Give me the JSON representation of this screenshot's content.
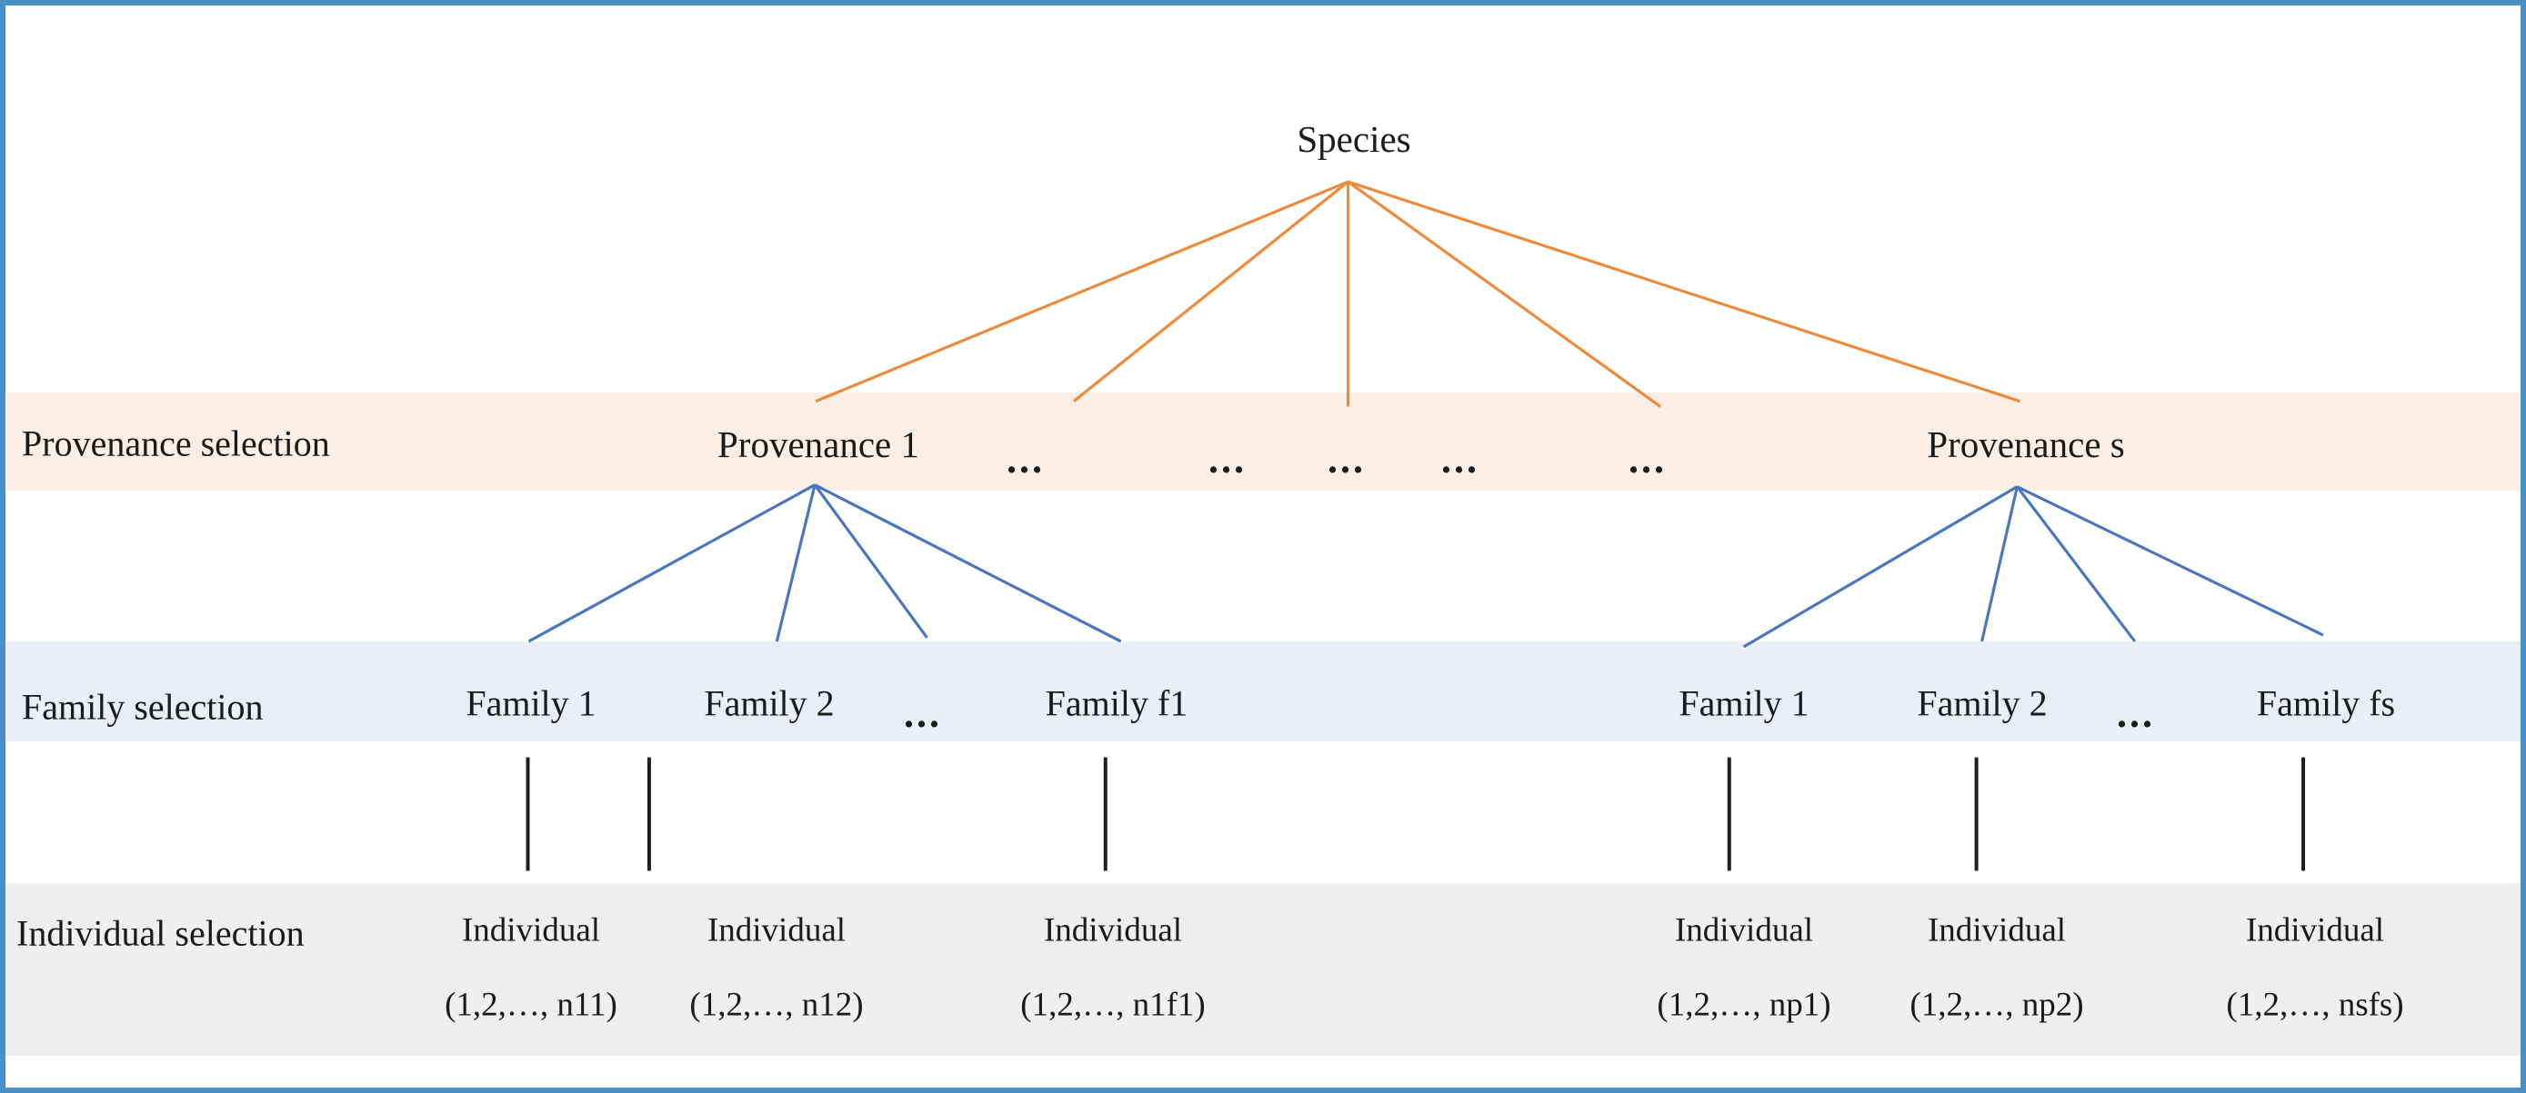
{
  "figure": {
    "title_text": "Species",
    "border_color": "#4a90c8",
    "link_color_top": "#ed8b3c",
    "link_color_mid": "#4a76bd",
    "link_color_stem": "#1f1f1f"
  },
  "bands": {
    "provenance": {
      "label": "Provenance selection",
      "color": "#fbeee4"
    },
    "family": {
      "label": "Family selection",
      "color": "#e9eef7"
    },
    "individual": {
      "label": "Individual selection",
      "color": "#efefef"
    }
  },
  "root": {
    "label": "Species"
  },
  "provenances": [
    {
      "label": "Provenance 1"
    },
    {
      "label": "Provenance s"
    }
  ],
  "provenance_ellipses": [
    "...",
    "...",
    "...",
    "...",
    "..."
  ],
  "families_left": [
    {
      "label": "Family 1"
    },
    {
      "label": "Family 2"
    },
    {
      "label": "Family f1"
    }
  ],
  "families_right": [
    {
      "label": "Family 1"
    },
    {
      "label": "Family 2"
    },
    {
      "label": "Family fs"
    }
  ],
  "family_ellipsis_left": "...",
  "family_ellipsis_right": "...",
  "individuals_left": [
    {
      "name": "Individual",
      "range": "(1,2,…, n11)"
    },
    {
      "name": "Individual",
      "range": "(1,2,…, n12)"
    },
    {
      "name": "Individual",
      "range": "(1,2,…, n1f1)"
    }
  ],
  "individuals_right": [
    {
      "name": "Individual",
      "range": "(1,2,…, np1)"
    },
    {
      "name": "Individual",
      "range": "(1,2,…, np2)"
    },
    {
      "name": "Individual",
      "range": "(1,2,…, nsfs)"
    }
  ]
}
